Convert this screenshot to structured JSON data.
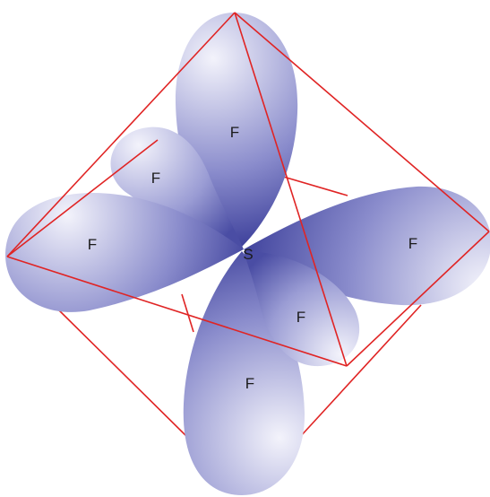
{
  "diagram": {
    "central_atom": "S",
    "ligands": [
      "F",
      "F",
      "F",
      "F",
      "F",
      "F"
    ]
  },
  "colors": {
    "lobe_dark": "#3b3e9c",
    "lobe_light": "#f3f3fb",
    "edge": "#e02424",
    "label": "#1a1a1a"
  }
}
